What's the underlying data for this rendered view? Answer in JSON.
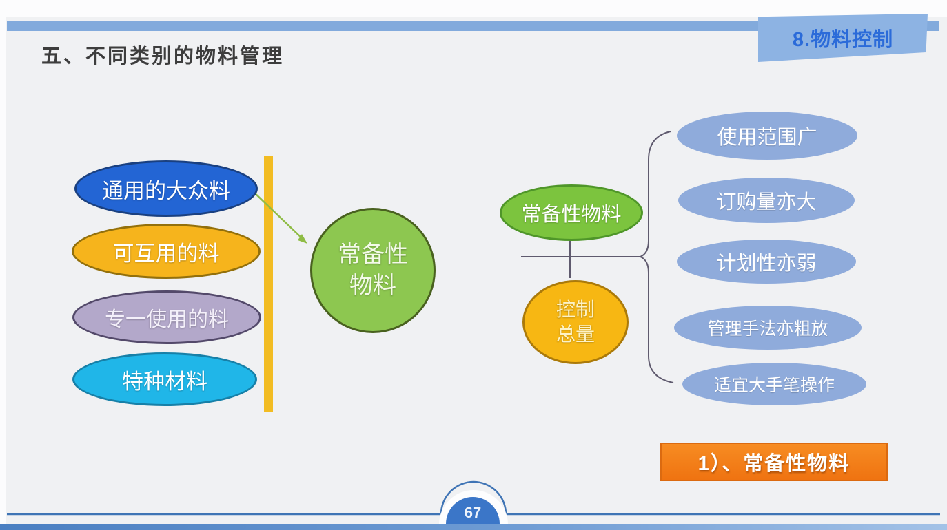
{
  "slide": {
    "title": "五、不同类别的物料管理",
    "corner_ribbon": "8.物料控制",
    "page_number": "67"
  },
  "left_group": {
    "items": [
      {
        "label": "通用的大众料",
        "fill": "#2365d4",
        "border": "#1a4080"
      },
      {
        "label": "可互用的料",
        "fill": "#f6b41c",
        "border": "#93700b"
      },
      {
        "label": "专一使用的料",
        "fill": "#b3a8ca",
        "border": "#53496a"
      },
      {
        "label": "特种材料",
        "fill": "#20b6e8",
        "border": "#1780a8"
      }
    ],
    "divider_color": "#f2bc22"
  },
  "center_circle": {
    "line1": "常备性",
    "line2": "物料",
    "fill": "#8dc750",
    "arrow_color": "#8fbc45"
  },
  "right_tree": {
    "root_label": "常备性物料",
    "root_fill": "#7cc43e",
    "control_circle": {
      "line1": "控制",
      "line2": "总量",
      "fill": "#f7b713"
    },
    "connector_color": "#5f5a6e",
    "branch_fill": "#8fabdb",
    "branches": [
      {
        "label": "使用范围广"
      },
      {
        "label": "订购量亦大"
      },
      {
        "label": "计划性亦弱"
      },
      {
        "label": "管理手法亦粗放"
      },
      {
        "label": "适宜大手笔操作"
      }
    ]
  },
  "footer_banner": {
    "label": "1）、常备性物料",
    "fill": "#f5811d"
  },
  "chrome": {
    "top_bar_color": "#82aadc",
    "ribbon_fill": "#8db3e3",
    "ribbon_text_color": "#2b6bd9",
    "bottom_line_color": "#3f74b5",
    "page_badge_fill": "#3b76c8"
  }
}
